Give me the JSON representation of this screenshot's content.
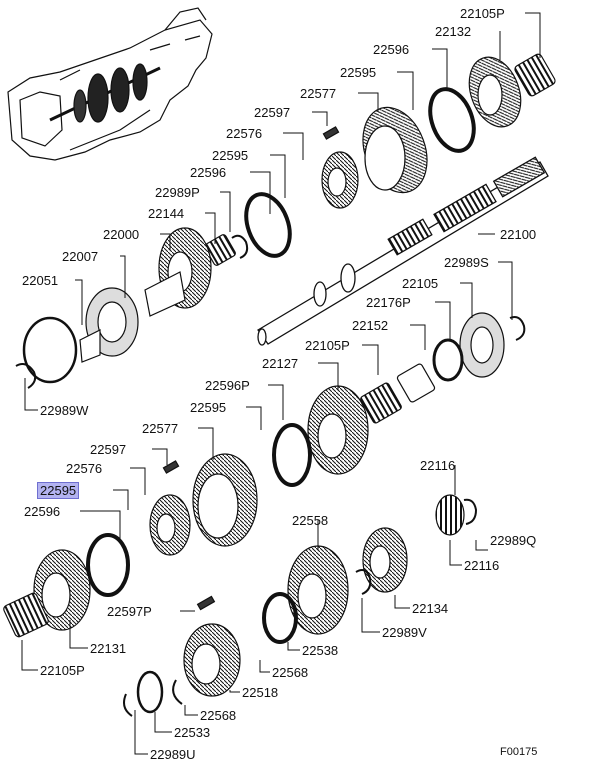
{
  "diagram": {
    "highlight_color": "#b3b3f0",
    "figure_code": "F00175",
    "labels": [
      {
        "id": "l01",
        "text": "22105P"
      },
      {
        "id": "l02",
        "text": "22132"
      },
      {
        "id": "l03",
        "text": "22596"
      },
      {
        "id": "l04",
        "text": "22595"
      },
      {
        "id": "l05",
        "text": "22577"
      },
      {
        "id": "l06",
        "text": "22597"
      },
      {
        "id": "l07",
        "text": "22576"
      },
      {
        "id": "l08",
        "text": "22595"
      },
      {
        "id": "l09",
        "text": "22596"
      },
      {
        "id": "l10",
        "text": "22989P"
      },
      {
        "id": "l11",
        "text": "22144"
      },
      {
        "id": "l12",
        "text": "22000"
      },
      {
        "id": "l13",
        "text": "22007"
      },
      {
        "id": "l14",
        "text": "22051"
      },
      {
        "id": "l15",
        "text": "22100"
      },
      {
        "id": "l16",
        "text": "22989S"
      },
      {
        "id": "l17",
        "text": "22105"
      },
      {
        "id": "l18",
        "text": "22176P"
      },
      {
        "id": "l19",
        "text": "22152"
      },
      {
        "id": "l20",
        "text": "22105P"
      },
      {
        "id": "l21",
        "text": "22127"
      },
      {
        "id": "l22",
        "text": "22596P"
      },
      {
        "id": "l23",
        "text": "22595"
      },
      {
        "id": "l24",
        "text": "22577"
      },
      {
        "id": "l25",
        "text": "22597"
      },
      {
        "id": "l26",
        "text": "22576"
      },
      {
        "id": "l27",
        "text": "22595",
        "highlighted": true
      },
      {
        "id": "l28",
        "text": "22596"
      },
      {
        "id": "l29",
        "text": "22989W"
      },
      {
        "id": "l30",
        "text": "22558"
      },
      {
        "id": "l31",
        "text": "22116"
      },
      {
        "id": "l32",
        "text": "22989Q"
      },
      {
        "id": "l33",
        "text": "22116"
      },
      {
        "id": "l34",
        "text": "22134"
      },
      {
        "id": "l35",
        "text": "22989V"
      },
      {
        "id": "l36",
        "text": "22597P"
      },
      {
        "id": "l37",
        "text": "22131"
      },
      {
        "id": "l38",
        "text": "22538"
      },
      {
        "id": "l39",
        "text": "22568"
      },
      {
        "id": "l40",
        "text": "22105P"
      },
      {
        "id": "l41",
        "text": "22518"
      },
      {
        "id": "l42",
        "text": "22568"
      },
      {
        "id": "l43",
        "text": "22533"
      },
      {
        "id": "l44",
        "text": "22989U"
      }
    ]
  }
}
